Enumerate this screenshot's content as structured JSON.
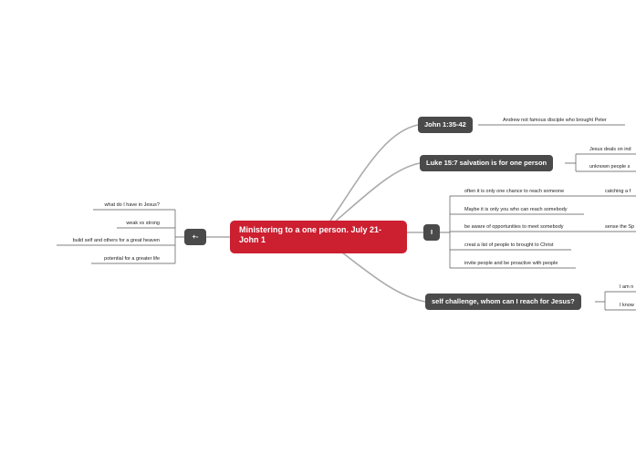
{
  "central": {
    "title": "Ministering to a one person. July 21-John 1"
  },
  "branches": {
    "john": {
      "label": "John 1:35-42",
      "leaves": [
        "Andrew not famous disciple who brought Peter"
      ]
    },
    "luke": {
      "label": "Luke 15:7 salvation is for one person",
      "leaves": [
        "Jesus deals on ind",
        "unknown people s"
      ]
    },
    "i": {
      "label": "I",
      "leaves": [
        "often it is only one chance to reach someone",
        "Maybe it is only you who can reach somebody",
        "be aware of opportunities to meet somebody",
        "creat a list of people to brought to Christ",
        "invite people and be proactive with people"
      ],
      "sub_leaves": [
        "catching a f",
        "sense the Sp"
      ]
    },
    "self": {
      "label": "self challenge, whom can I reach for Jesus?",
      "leaves": [
        "I am n",
        "I know"
      ]
    },
    "plusminus": {
      "label": "+-",
      "leaves": [
        "what do I have in Jesus?",
        "weak vs strong",
        "build self and others for a great heaven",
        "potential for a greater life"
      ]
    }
  },
  "colors": {
    "central": "#cc1f30",
    "topic": "#4a4a4a",
    "connector": "#aaaaaa",
    "leaf_line": "#555555"
  }
}
